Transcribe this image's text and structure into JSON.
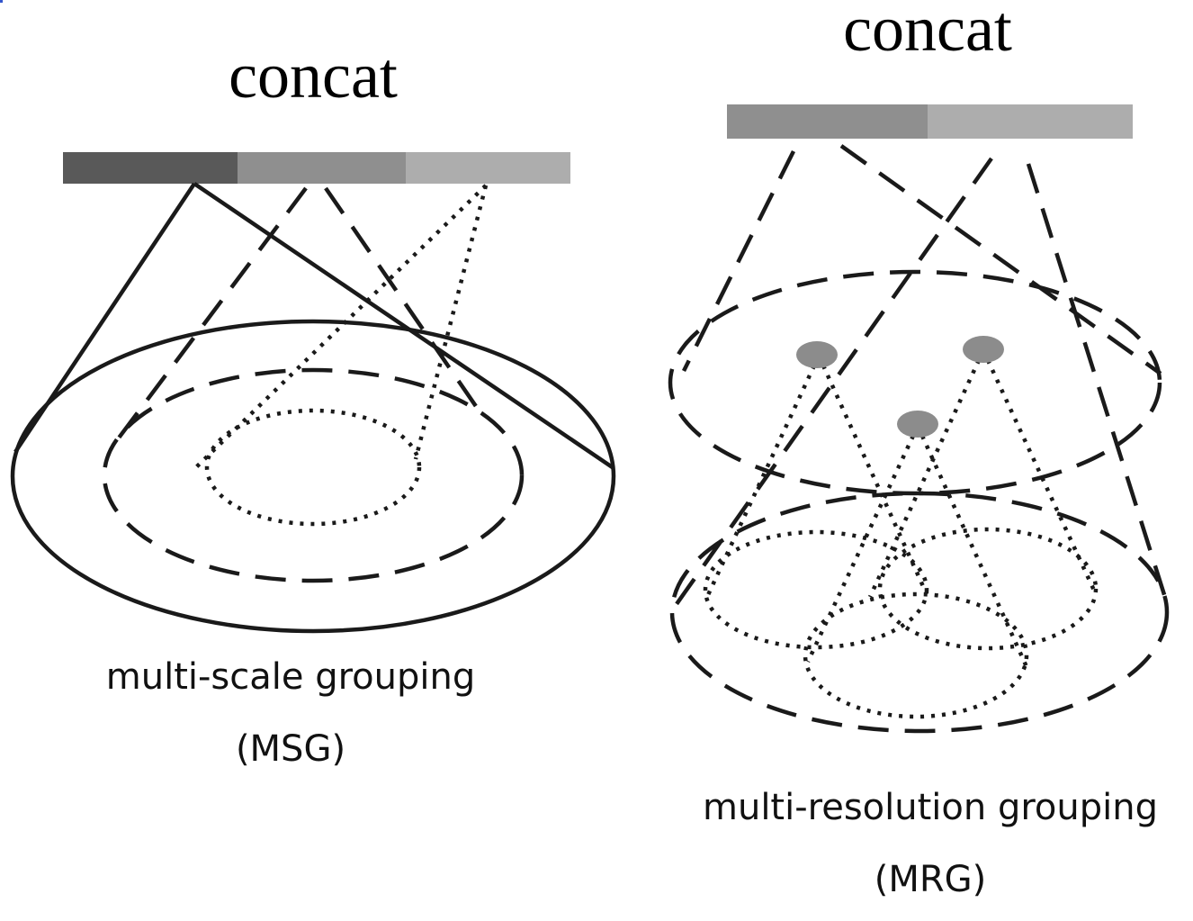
{
  "msg": {
    "concat_label": "concat",
    "caption_line1": "multi-scale grouping",
    "caption_line2": "(MSG)",
    "bar_colors": [
      "#595959",
      "#8f8f8f",
      "#adadad"
    ]
  },
  "mrg": {
    "concat_label": "concat",
    "caption_line1": "multi-resolution grouping",
    "caption_line2": "(MRG)",
    "bar_colors": [
      "#8f8f8f",
      "#adadad"
    ],
    "point_color": "#8c8c8c"
  }
}
